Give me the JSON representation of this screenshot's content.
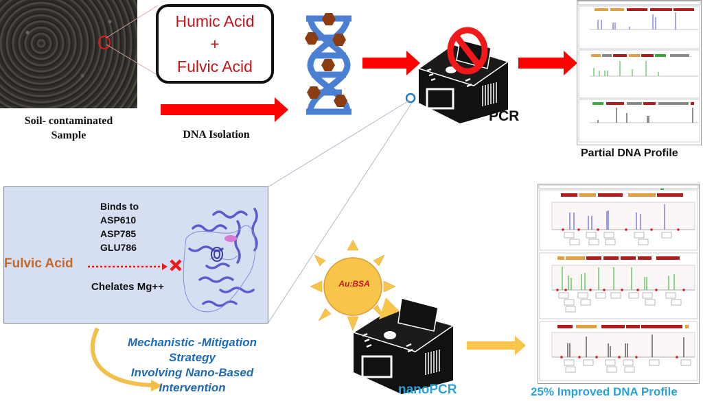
{
  "top_row": {
    "soil_label": [
      "Soil- contaminated",
      "Sample"
    ],
    "acid_box": {
      "line1": "Humic Acid",
      "line2": "+",
      "line3": "Fulvic Acid"
    },
    "isolation_label": "DNA Isolation",
    "pcr_label": "PCR",
    "pcr_status_icon": "prohibited-icon",
    "result_label": "Partial DNA Profile"
  },
  "inhibition_box": {
    "binding_header": "Binds to",
    "residues": [
      "ASP610",
      "ASP785",
      "GLU786"
    ],
    "inhibitor": "Fulvic Acid",
    "effect": "Chelates Mg++"
  },
  "bottom_row": {
    "strategy_lines": [
      "Mechanistic -Mitigation Strategy",
      "Involving Nano-Based",
      "Intervention"
    ],
    "nanoparticle_label": "Au:BSA",
    "nanopcr_label": "nanoPCR",
    "result_label": "25% Improved DNA Profile"
  },
  "colors": {
    "arrow_red": "#ff0000",
    "acid_text": "#c0161d",
    "fulvic_orange": "#c5692a",
    "strategy_blue": "#1f6bb3",
    "improved_blue": "#29a3d8",
    "sun_yellow": "#f6c54a",
    "dna_blue": "#4a7fd1",
    "humic_brown": "#8b3c10",
    "dye_blue": "#6b6bd8",
    "dye_green": "#4cc34c",
    "dye_black": "#444444"
  }
}
